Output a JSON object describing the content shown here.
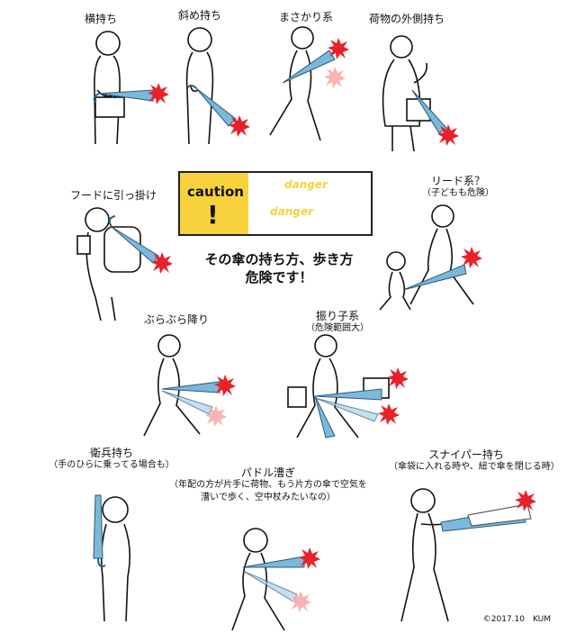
{
  "labels": {
    "yoko": "横持ち",
    "naname": "斜め持ち",
    "masakari": "まさかり系",
    "nimotsu": "荷物の外側持ち",
    "hood": "フードに引っ掛け",
    "lead": "リード系？",
    "lead_sub": "（子どもも危険）",
    "burabura": "ぶらぶら降り",
    "furiko": "振り子系",
    "furiko_sub": "（危険範囲大）",
    "eihei": "衛兵持ち",
    "eihei_sub": "（手のひらに乗ってる場合も）",
    "paddle": "パドル漕ぎ",
    "paddle_sub1": "（年配の方が片手に荷物、もう片方の傘で空気を",
    "paddle_sub2": "漕いで歩く、空中杖みたいなの）",
    "sniper": "スナイパー持ち",
    "sniper_sub": "（傘袋に入れる時や、紐で傘を閉じる時）"
  },
  "caution": {
    "word": "caution",
    "bang": "!",
    "danger1": "danger",
    "danger2": "danger"
  },
  "headline": {
    "line1": "その傘の持ち方、歩き方",
    "line2": "危険です！"
  },
  "credit": "©2017.10　KUM",
  "colors": {
    "umbrella": "#7ab8dc",
    "danger": "#e8202a",
    "danger_pale": "#f7b4b4",
    "caution_yellow": "#f7d23c"
  }
}
